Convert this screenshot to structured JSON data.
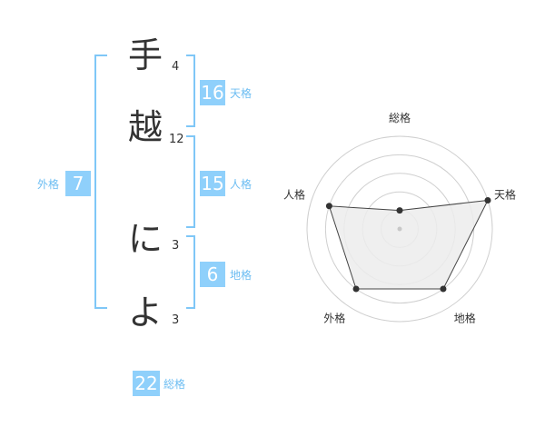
{
  "name": {
    "chars": [
      {
        "char": "手",
        "strokes": "4"
      },
      {
        "char": "越",
        "strokes": "12"
      },
      {
        "char": "に",
        "strokes": "3"
      },
      {
        "char": "よ",
        "strokes": "3"
      }
    ]
  },
  "fortune": {
    "tenkaku": {
      "label": "天格",
      "value": "16"
    },
    "jinkaku": {
      "label": "人格",
      "value": "15"
    },
    "chikaku": {
      "label": "地格",
      "value": "6"
    },
    "gaikaku": {
      "label": "外格",
      "value": "7"
    },
    "soukaku": {
      "label": "総格",
      "value": "22"
    }
  },
  "colors": {
    "accent": "#8fd0fb",
    "bracket": "#7fc7f7",
    "label": "#6cbdf2",
    "radar_fill": "#ececec"
  },
  "chart_data": {
    "type": "radar",
    "axes": [
      "総格",
      "天格",
      "地格",
      "外格",
      "人格"
    ],
    "values": [
      1,
      5,
      4,
      4,
      4
    ],
    "max": 5,
    "rings": 5
  }
}
